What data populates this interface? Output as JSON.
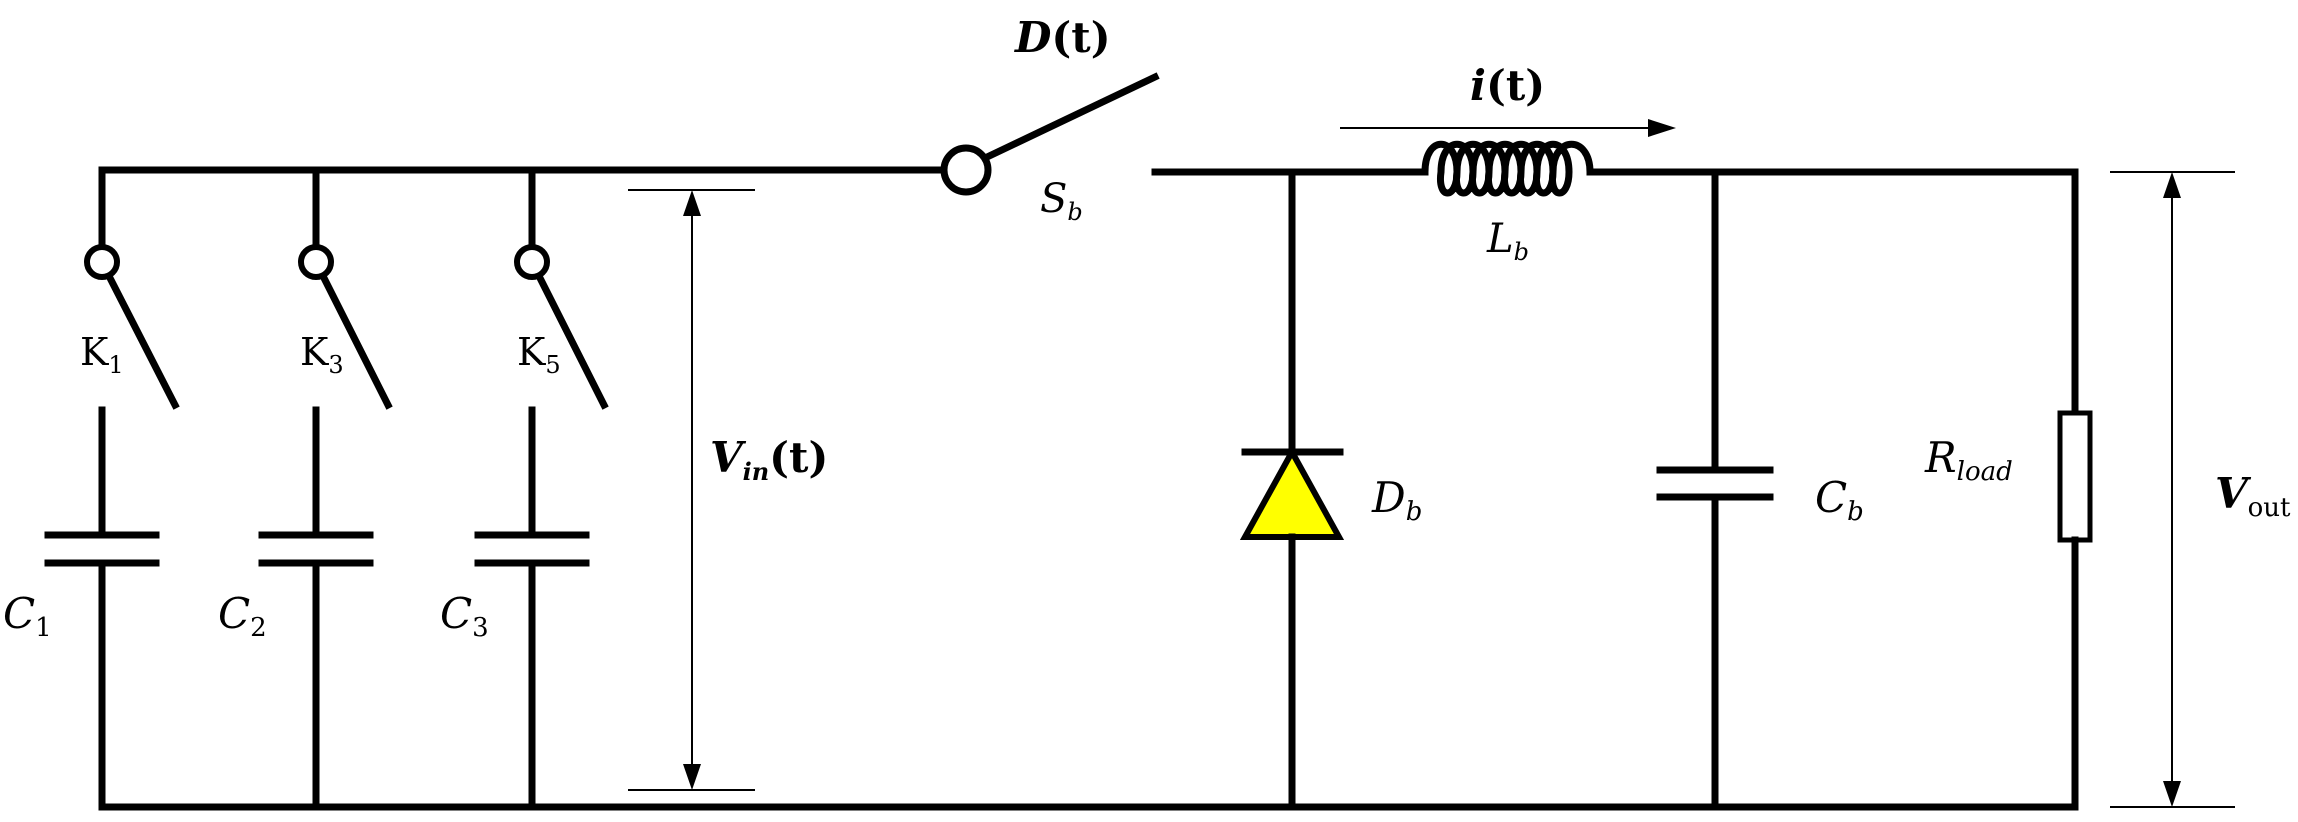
{
  "labels": {
    "switch_control": {
      "main": "D",
      "rest": "(t)"
    },
    "sb": {
      "main": "S",
      "sub": "b"
    },
    "current": {
      "main": "i",
      "rest": "(t)"
    },
    "lb": {
      "main": "L",
      "sub": "b"
    },
    "k1": {
      "main": "K",
      "sub": "1"
    },
    "k3": {
      "main": "K",
      "sub": "3"
    },
    "k5": {
      "main": "K",
      "sub": "5"
    },
    "c1": {
      "main": "C",
      "sub": "1"
    },
    "c2": {
      "main": "C",
      "sub": "2"
    },
    "c3": {
      "main": "C",
      "sub": "3"
    },
    "vin": {
      "main": "V",
      "sub": "in",
      "rest": "(t)"
    },
    "db": {
      "main": "D",
      "sub": "b"
    },
    "cb": {
      "main": "C",
      "sub": "b"
    },
    "rload": {
      "main": "R",
      "sub": "load"
    },
    "vout": {
      "main": "V",
      "sub": "out"
    }
  },
  "colors": {
    "wire": "#000000",
    "diode_fill": "#ffff00",
    "background": "#ffffff"
  }
}
